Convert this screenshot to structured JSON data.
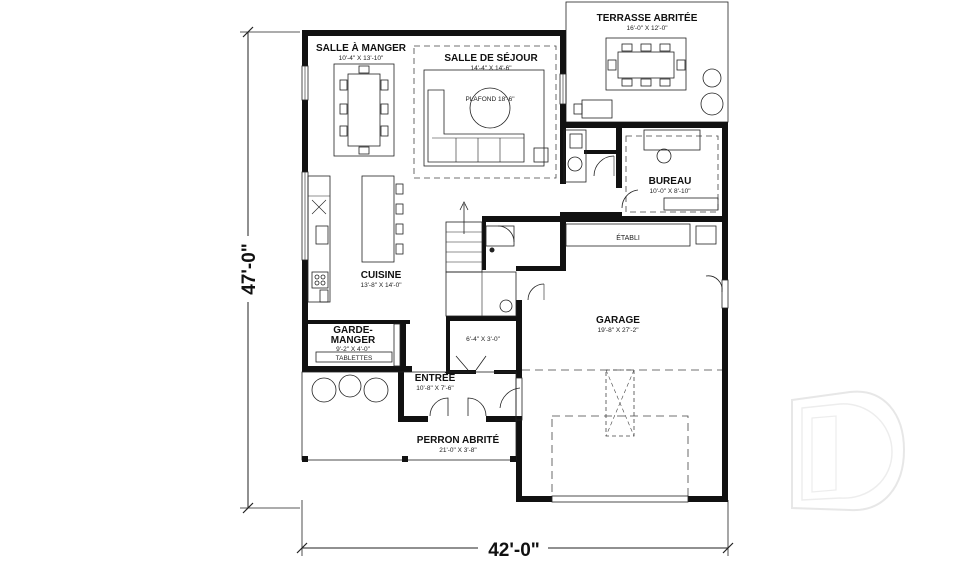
{
  "plan": {
    "rooms": {
      "salle_a_manger": {
        "name": "SALLE À MANGER",
        "size": "10'-4\" X 13'-10\""
      },
      "salle_de_sejour": {
        "name": "SALLE DE SÉJOUR",
        "size": "14'-4\" X 14'-6\""
      },
      "plafond": "PLAFOND 18'-6\"",
      "terrasse": {
        "name": "TERRASSE ABRITÉE",
        "size": "16'-0\" X 12'-0\""
      },
      "bureau": {
        "name": "BUREAU",
        "size": "10'-0\" X 8'-10\""
      },
      "etabli": "ÉTABLI",
      "cuisine": {
        "name": "CUISINE",
        "size": "13'-8\" X 14'-0\""
      },
      "garde_manger": {
        "name_line1": "GARDE-",
        "name_line2": "MANGER",
        "size": "9'-2\" X 4'-0\"",
        "shelves": "TABLETTES"
      },
      "placard": "6'-4\" X 3'-0\"",
      "garage": {
        "name": "GARAGE",
        "size": "19'-8\" X 27'-2\""
      },
      "entree": {
        "name": "ENTRÉE",
        "size": "10'-8\" X 7'-6\""
      },
      "perron": {
        "name": "PERRON ABRITÉ",
        "size": "21'-0\" X 3'-8\""
      }
    },
    "dimensions": {
      "depth": "47'-0\"",
      "width": "42'-0\""
    }
  }
}
